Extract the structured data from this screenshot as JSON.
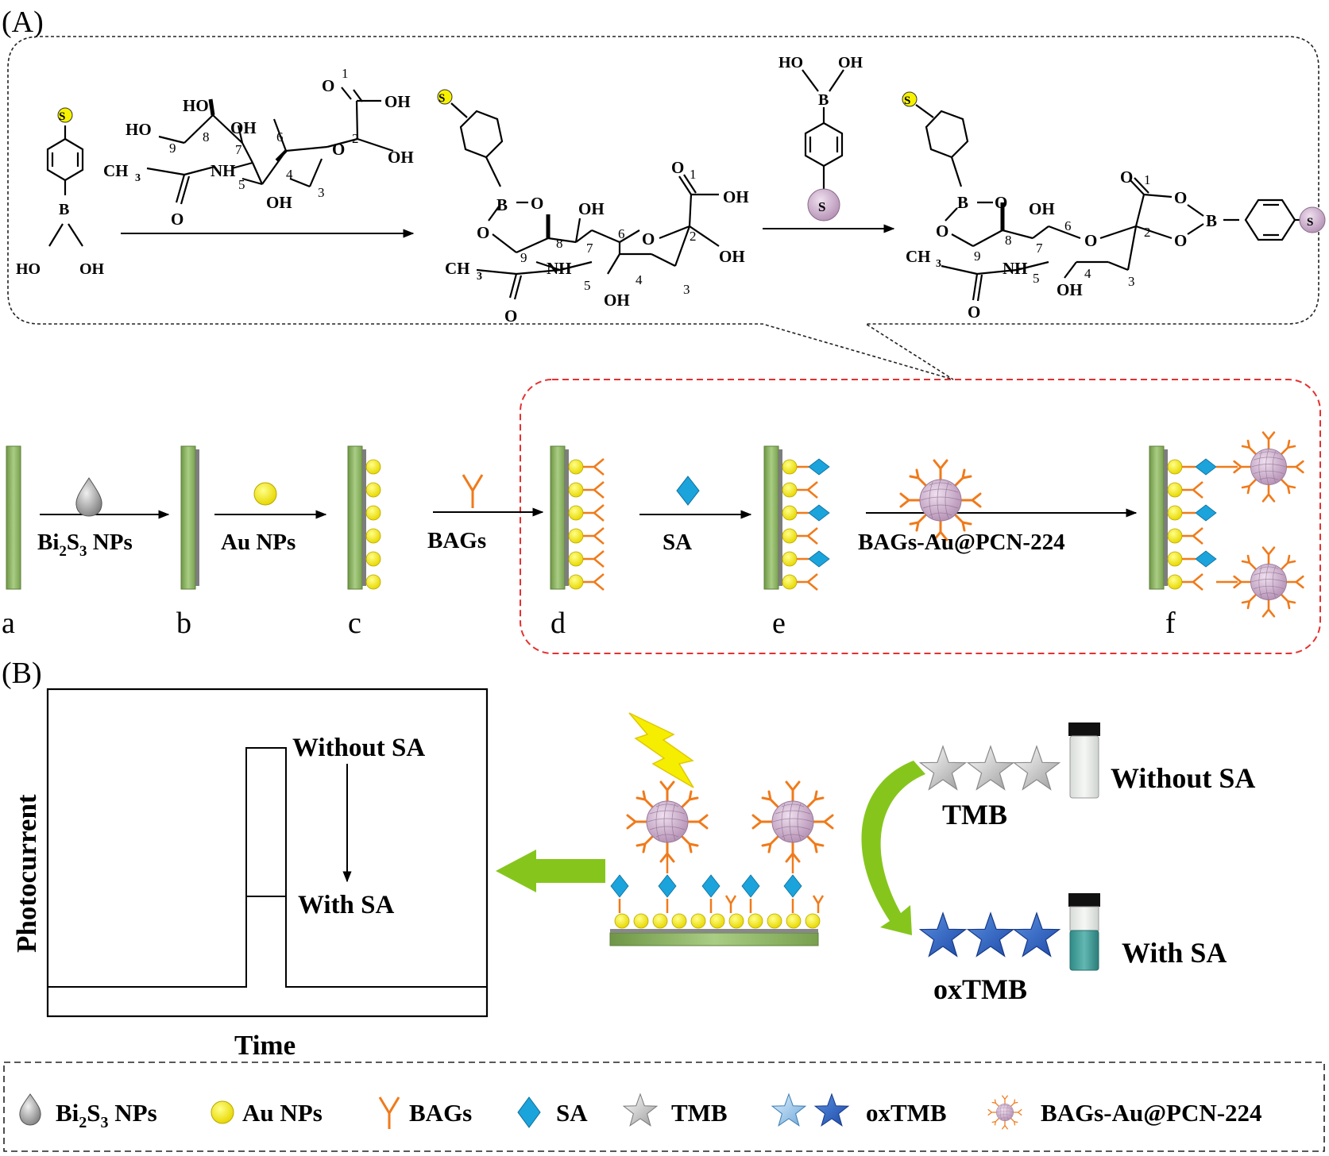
{
  "panel_labels": {
    "a": "(A)",
    "b": "(B)"
  },
  "chem": {
    "sub_atoms": {
      "s": "S",
      "b": "B",
      "ho": "HO",
      "oh": "OH"
    },
    "sialic": {
      "o_carbonyl": "O",
      "oh_acid": "OH",
      "oh_c2": "OH",
      "oh_c7": "OH",
      "ho_c8": "HO",
      "ho_c9": "HO",
      "ring_o": "O",
      "nh": "NH",
      "ch3": "CH",
      "ch3_sub": "3",
      "o_amide": "O",
      "oh_c4": "OH",
      "n1": "1",
      "n2": "2",
      "n3": "3",
      "n4": "4",
      "n5": "5",
      "n6": "6",
      "n7": "7",
      "n8": "8",
      "n9": "9"
    },
    "ester": {
      "b": "B",
      "o1": "O",
      "o2": "O"
    },
    "dibor": {
      "b1": "B",
      "b2": "B",
      "o": "O"
    },
    "reagent": {
      "ho": "HO",
      "oh": "OH",
      "b": "B",
      "s": "S"
    }
  },
  "steps": {
    "labels": [
      "a",
      "b",
      "c",
      "d",
      "e",
      "f"
    ],
    "arrow1_sub": "Bi",
    "arrow1_sub2": "2",
    "arrow1_mid": "S",
    "arrow1_sub3": "3",
    "arrow1_tail": " NPs",
    "arrow2": "Au NPs",
    "arrow3": "BAGs",
    "arrow4": "SA",
    "arrow5": "BAGs-Au@PCN-224"
  },
  "graph": {
    "ylabel": "Photocurrent",
    "xlabel": "Time",
    "high_label": "Without SA",
    "low_label": "With SA"
  },
  "colorimetric": {
    "tmb": "TMB",
    "oxtmb": "oxTMB",
    "without": "Without SA",
    "with": "With SA"
  },
  "legend": {
    "bi2s3_a": "Bi",
    "bi2s3_b": "2",
    "bi2s3_c": "S",
    "bi2s3_d": "3",
    "bi2s3_e": " NPs",
    "au": "Au NPs",
    "bags": "BAGs",
    "sa": "SA",
    "tmb": "TMB",
    "oxtmb": "oxTMB",
    "mof": "BAGs-Au@PCN-224"
  },
  "colors": {
    "electrode": "#8fb46a",
    "gold": "#f2e600",
    "orange": "#f07a1a",
    "diamond": "#1ba3dc",
    "mof": "#c8a8c8",
    "green_arrow": "#86c61c",
    "red_dash": "#e53030"
  }
}
